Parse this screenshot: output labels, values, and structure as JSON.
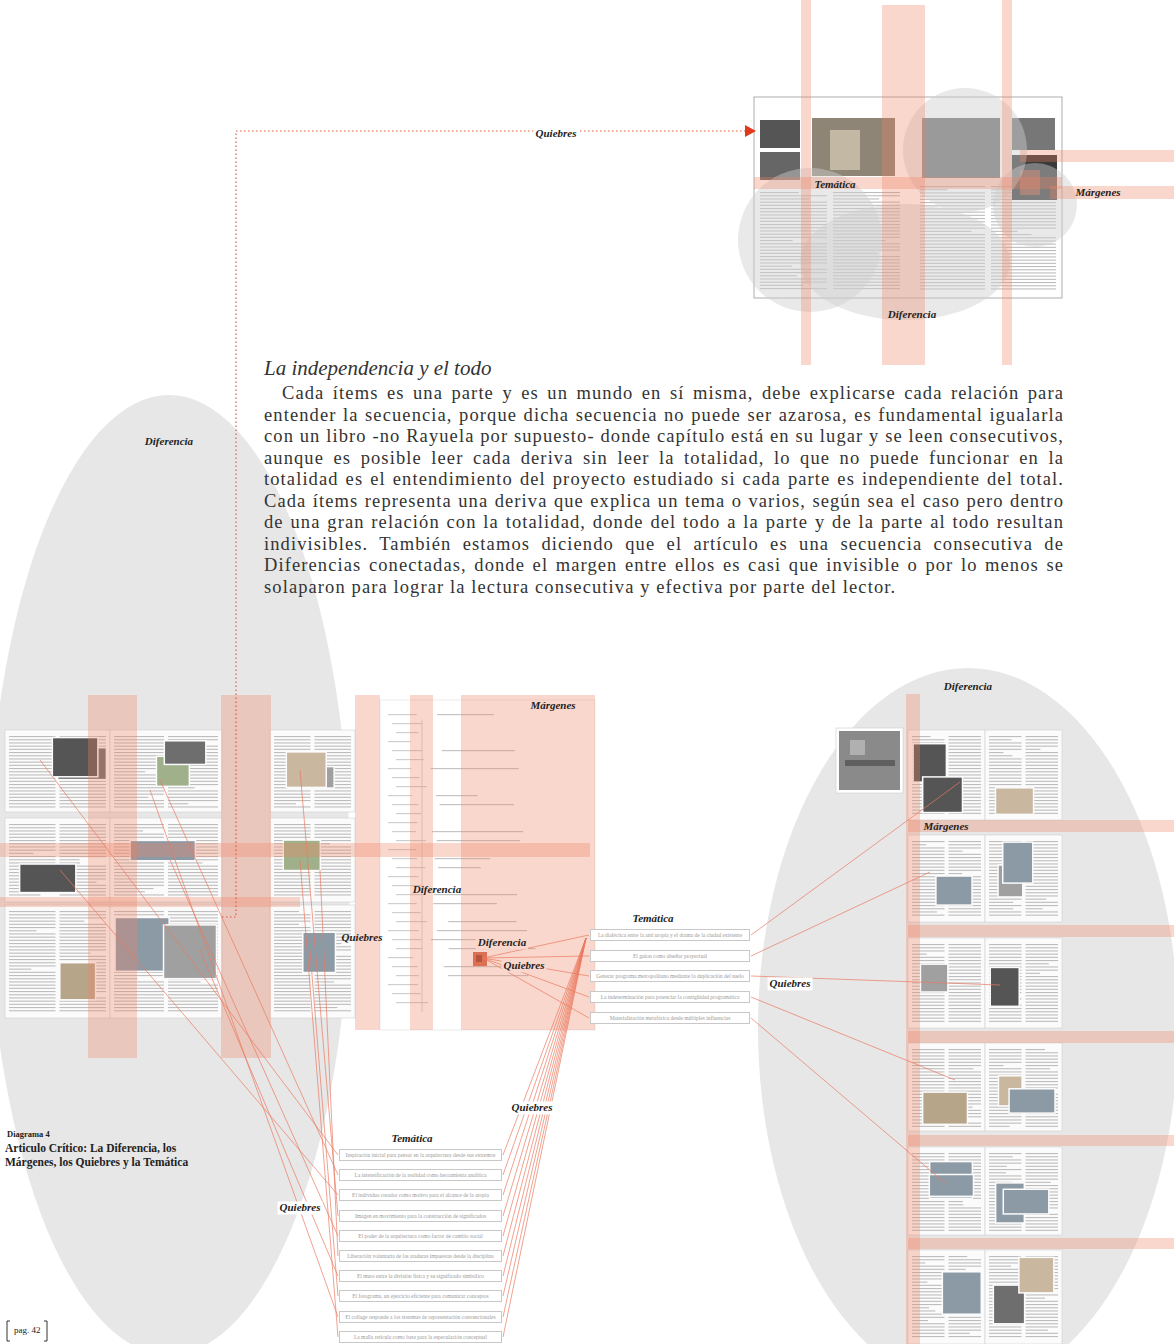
{
  "diagram": {
    "title": "La independencia y el todo",
    "caption": "Articulo Crítico: La Diferencia, los Márgenes, los Quiebres y la Temática",
    "nodes": [
      {
        "text": [
          "Diferencia"
        ]
      },
      {
        "text": [
          "Diferencia"
        ]
      },
      {
        "text": [
          "La dialéctica entre la anti utopía y el drama de la ciudad existente"
        ]
      },
      {
        "text": [
          "El guion como diseñar proyectual"
        ]
      },
      {
        "text": [
          "Generar programa metropolitano mediante la duplicación del suelo"
        ]
      },
      {
        "text": [
          "La indeterminación para potenciar la contigüidad programática"
        ]
      },
      {
        "text": [
          "Materialización metafórica desde múltiples influencias"
        ]
      },
      {
        "text": [
          "Inspiración inicial para pensar en la arquitectura desde sus extremos"
        ]
      },
      {
        "text": [
          "La intensificación de la realidad como herramienta analítica"
        ]
      },
      {
        "text": [
          "El individuo creador como motivo para el alcance de la utopía"
        ]
      },
      {
        "text": [
          "Imagen en movimiento para la construcción de significados"
        ]
      },
      {
        "text": [
          "El poder de la arquitectura como factor de cambio social"
        ]
      },
      {
        "text": [
          "Liberación voluntaria de las ataduras impuestas desde la disciplina"
        ]
      },
      {
        "text": [
          "El muro entre la división física y su significado simbólico"
        ]
      },
      {
        "text": [
          "El fotograma, un ejercicio eficiente para comunicar conceptos"
        ]
      },
      {
        "text": [
          "El collage responde a los sistemas de representación convencionales"
        ]
      },
      {
        "text": [
          "La malla reticula como base para la especulación conceptual"
        ]
      }
    ],
    "labels": [
      "Quiebres",
      "Temática",
      "Márgenes",
      "Diferencia",
      "Cada ítems es una parte y es un mundo en sí misma, debe explicarse cada relación para entender la secuencia, porque dicha secuencia no puede ser azarosa, es fundamental igualarla con un libro -no Rayuela por supuesto- donde capítulo está en su lugar y se leen consecutivos, aunque es posible leer cada deriva sin leer la totalidad, lo que no puede funcionar en la totalidad es el entendimiento del proyecto estudiado si cada parte es independiente del total. Cada ítems representa una deriva que explica un tema o varios, según sea el caso pero dentro de una gran relación con la totalidad, donde del todo a la parte y de la parte al todo resultan indivisibles. También estamos diciendo que el artículo es una secuencia consecutiva de Diferencias conectadas, donde el margen entre ellos es casi que invisible o por lo menos se solaparon para lograr la lectura consecutiva y efectiva por parte del lector.",
      "Márgenes",
      "Márgenes",
      "Diferencia",
      "Temática",
      "Quiebres",
      "Diferencia",
      "Quiebres",
      "Quiebres",
      "Quiebres",
      "Temática",
      "Quiebres",
      "Diagrama 4",
      "pag. 42"
    ]
  }
}
